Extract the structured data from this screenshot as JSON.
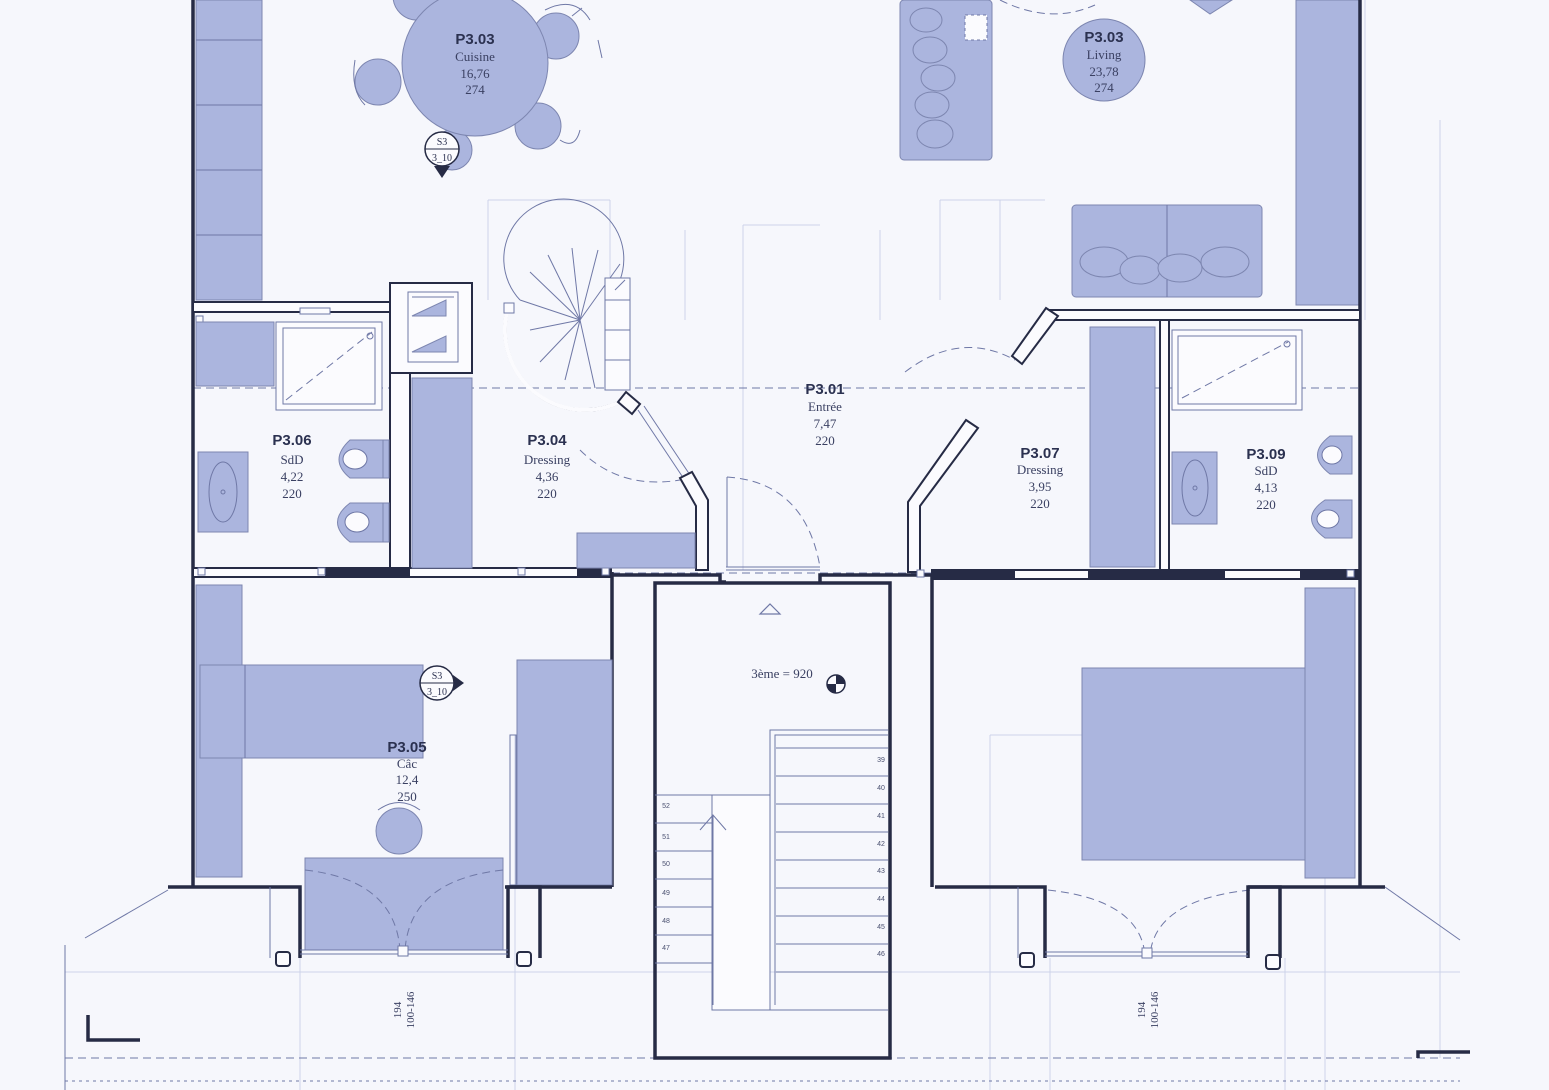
{
  "rooms": {
    "cuisine": {
      "code": "P3.03",
      "name": "Cuisine",
      "area": "16,76",
      "height": "274"
    },
    "living": {
      "code": "P3.03",
      "name": "Living",
      "area": "23,78",
      "height": "274"
    },
    "entree": {
      "code": "P3.01",
      "name": "Entrée",
      "area": "7,47",
      "height": "220"
    },
    "dressing_304": {
      "code": "P3.04",
      "name": "Dressing",
      "area": "4,36",
      "height": "220"
    },
    "sdd_306": {
      "code": "P3.06",
      "name": "SdD",
      "area": "4,22",
      "height": "220"
    },
    "dressing_307": {
      "code": "P3.07",
      "name": "Dressing",
      "area": "3,95",
      "height": "220"
    },
    "sdd_309": {
      "code": "P3.09",
      "name": "SdD",
      "area": "4,13",
      "height": "220"
    },
    "chambre_305": {
      "code": "P3.05",
      "name": "Câc",
      "area": "12,4",
      "height": "250"
    }
  },
  "section_markers": [
    {
      "id": "S3",
      "sheet": "3_10"
    },
    {
      "id": "S3",
      "sheet": "3_10"
    }
  ],
  "level_marker": {
    "label": "3ème = 920"
  },
  "stair": {
    "left_numbers": [
      "52",
      "51",
      "50",
      "49",
      "48",
      "47"
    ],
    "right_numbers": [
      "39",
      "40",
      "41",
      "42",
      "43",
      "44",
      "45",
      "46"
    ]
  },
  "dimensions": [
    {
      "height": "194",
      "range": "100-146"
    },
    {
      "height": "194",
      "range": "100-146"
    }
  ],
  "colors": {
    "walls": "#262b45",
    "furniture": "#abb5de",
    "background": "#f6f7fc"
  }
}
